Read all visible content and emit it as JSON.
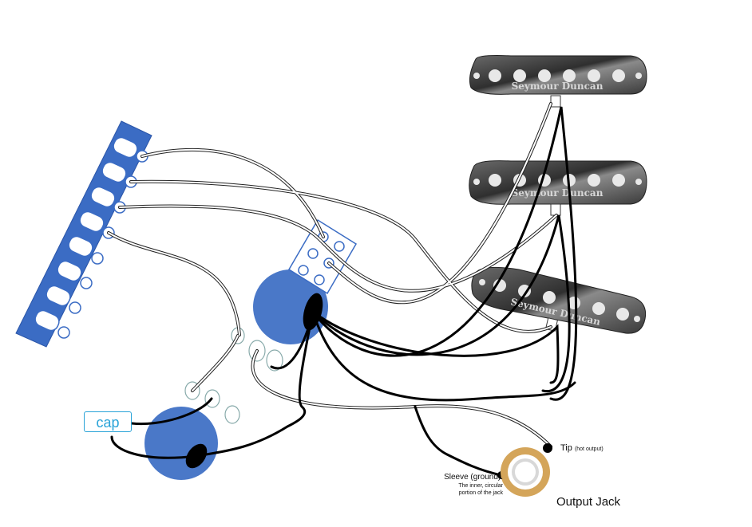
{
  "diagram": {
    "pickups": [
      {
        "brand": "Seymour Duncan"
      },
      {
        "brand": "Seymour Duncan"
      },
      {
        "brand": "Seymour Duncan"
      }
    ],
    "labels": {
      "cap": "cap",
      "tip": "Tip",
      "tip_note": "(hot output)",
      "sleeve": "Sleeve (ground).",
      "sleeve_note_1": "The inner, circular",
      "sleeve_note_2": "portion of the jack",
      "output_jack": "Output Jack"
    },
    "colors": {
      "switch_plate": "#3b6cc4",
      "pot": "#4a78c8",
      "pickup_body": "#555555",
      "wire_black": "#000000",
      "wire_white": "#ffffff",
      "jack_ring": "#d4a55a",
      "cap_label": "#29a3d8"
    }
  }
}
